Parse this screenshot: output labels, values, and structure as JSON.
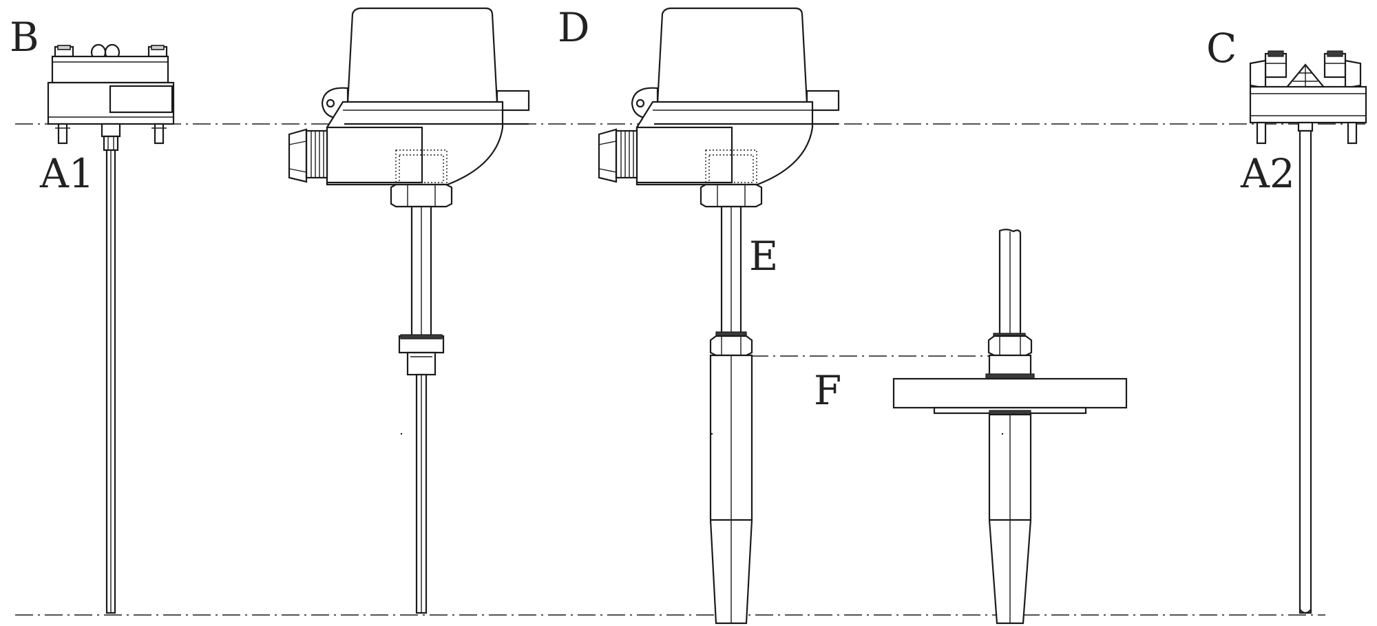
{
  "diagram": {
    "labels": {
      "A1": "A1",
      "A2": "A2",
      "B": "B",
      "C": "C",
      "D": "D",
      "E": "E",
      "F": "F"
    }
  }
}
